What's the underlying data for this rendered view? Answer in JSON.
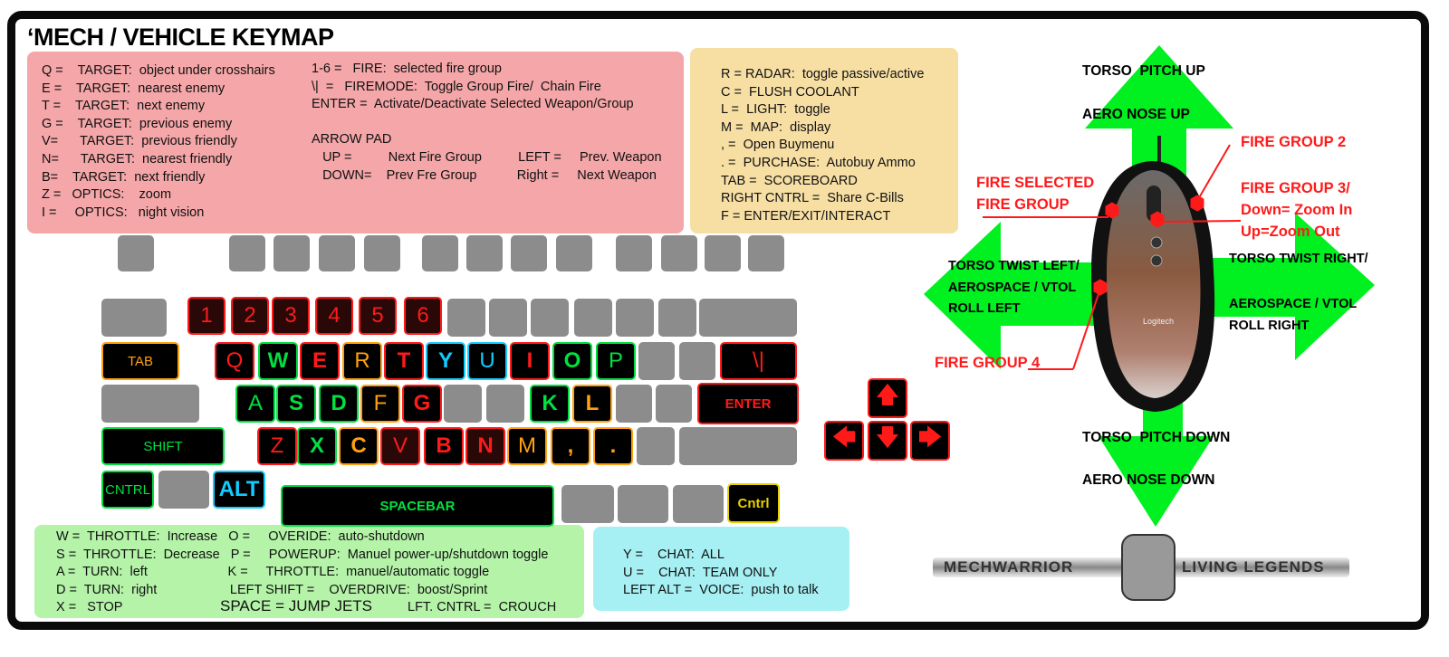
{
  "title": "‘MECH / VEHICLE KEYMAP",
  "colors": {
    "red": "#ff1a1a",
    "green": "#00e040",
    "orange": "#ffa010",
    "cyan": "#11ccff",
    "yellow": "#e6d000",
    "arrow": "#00f020"
  },
  "target_panel": [
    "Q =    TARGET:  object under crosshairs",
    "E =    TARGET:  nearest enemy",
    "T =    TARGET:  next enemy",
    "G =    TARGET:  previous enemy",
    "V=      TARGET:  previous friendly",
    "N=      TARGET:  nearest friendly",
    "B=    TARGET:  next friendly",
    "Z =   OPTICS:    zoom",
    "I =     OPTICS:   night vision"
  ],
  "fire_panel": [
    "1-6 =   FIRE:  selected fire group",
    "\\|  =   FIREMODE:  Toggle Group Fire/  Chain Fire",
    "ENTER =  Activate/Deactivate Selected Weapon/Group",
    "",
    "ARROW PAD",
    "   UP =          Next Fire Group          LEFT =     Prev. Weapon",
    "   DOWN=    Prev Fre Group           Right =     Next Weapon"
  ],
  "misc_panel": [
    "R = RADAR:  toggle passive/active",
    "C =  FLUSH COOLANT",
    "L =  LIGHT:  toggle",
    "M =  MAP:  display",
    ", =  Open Buymenu",
    ". =  PURCHASE:  Autobuy Ammo",
    "TAB =  SCOREBOARD",
    "RIGHT CNTRL =  Share C-Bills",
    "F = ENTER/EXIT/INTERACT"
  ],
  "movement_panel": [
    "W =  THROTTLE:  Increase   O =     OVERIDE:  auto-shutdown",
    "S =  THROTTLE:  Decrease   P =     POWERUP:  Manuel power-up/shutdown toggle",
    "A =  TURN:  left                      K =     THROTTLE:  manuel/automatic toggle",
    "D =  TURN:  right                    LEFT SHIFT =    OVERDRIVE:  boost/Sprint",
    "X =   STOP"
  ],
  "movement_special": {
    "space": "SPACE = JUMP JETS",
    "crouch": "LFT. CNTRL =  CROUCH"
  },
  "chat_panel": [
    "Y =    CHAT:  ALL",
    "U =    CHAT:  TEAM ONLY",
    "LEFT ALT =  VOICE:  push to talk"
  ],
  "keys": [
    {
      "label": "1",
      "color": "red",
      "dark": true
    },
    {
      "label": "2",
      "color": "red",
      "dark": true
    },
    {
      "label": "3",
      "color": "red",
      "dark": true
    },
    {
      "label": "4",
      "color": "red",
      "dark": true
    },
    {
      "label": "5",
      "color": "red",
      "dark": true
    },
    {
      "label": "6",
      "color": "red",
      "dark": true
    },
    {
      "label": "TAB",
      "color": "orange",
      "small": true
    },
    {
      "label": "Q",
      "color": "red"
    },
    {
      "label": "W",
      "color": "green",
      "bold": true
    },
    {
      "label": "E",
      "color": "red",
      "bold": true
    },
    {
      "label": "R",
      "color": "orange"
    },
    {
      "label": "T",
      "color": "red",
      "bold": true
    },
    {
      "label": "Y",
      "color": "cyan",
      "bold": true
    },
    {
      "label": "U",
      "color": "cyan"
    },
    {
      "label": "I",
      "color": "red",
      "bold": true
    },
    {
      "label": "O",
      "color": "green",
      "bold": true
    },
    {
      "label": "P",
      "color": "green"
    },
    {
      "label": "\\|",
      "color": "red"
    },
    {
      "label": "A",
      "color": "green"
    },
    {
      "label": "S",
      "color": "green",
      "bold": true
    },
    {
      "label": "D",
      "color": "green",
      "bold": true
    },
    {
      "label": "F",
      "color": "orange"
    },
    {
      "label": "G",
      "color": "red",
      "bold": true
    },
    {
      "label": "K",
      "color": "green",
      "bold": true
    },
    {
      "label": "L",
      "color": "orange",
      "bold": true
    },
    {
      "label": "ENTER",
      "color": "red",
      "small": true,
      "bold": true
    },
    {
      "label": "SHIFT",
      "color": "green",
      "small": true
    },
    {
      "label": "Z",
      "color": "red"
    },
    {
      "label": "X",
      "color": "green",
      "bold": true
    },
    {
      "label": "C",
      "color": "orange",
      "bold": true
    },
    {
      "label": "V",
      "color": "red",
      "dark": true
    },
    {
      "label": "B",
      "color": "red",
      "bold": true
    },
    {
      "label": "N",
      "color": "red",
      "bold": true,
      "dark": true
    },
    {
      "label": "M",
      "color": "orange"
    },
    {
      "label": ",",
      "color": "orange",
      "bold": true
    },
    {
      "label": ".",
      "color": "orange",
      "bold": true
    },
    {
      "label": "CNTRL",
      "color": "green",
      "small": true
    },
    {
      "label": "ALT",
      "color": "cyan",
      "bold": true
    },
    {
      "label": "SPACEBAR",
      "color": "green",
      "small": true,
      "bold": true
    },
    {
      "label": "Cntrl",
      "color": "yellow",
      "small": true,
      "bold": true
    }
  ],
  "arrow_keys": [
    {
      "name": "up",
      "glyph": "🡅"
    },
    {
      "name": "left",
      "glyph": "🡄"
    },
    {
      "name": "down",
      "glyph": "🡇"
    },
    {
      "name": "right",
      "glyph": "🡆"
    }
  ],
  "mouse": {
    "pitch_up": "TORSO  PITCH UP",
    "nose_up": "AERO NOSE UP",
    "pitch_down": "TORSO  PITCH DOWN",
    "nose_down": "AERO NOSE DOWN",
    "twist_left": "TORSO TWIST LEFT/\nAEROSPACE / VTOL\nROLL LEFT",
    "twist_right_1": "TORSO TWIST RIGHT/",
    "twist_right_2": "AEROSPACE / VTOL\nROLL RIGHT",
    "fire_selected": "FIRE SELECTED\nFIRE GROUP",
    "fire_group_2": "FIRE GROUP 2",
    "fire_group_3": "FIRE GROUP 3/\nDown= Zoom In\nUp=Zoom Out",
    "fire_group_4": "FIRE GROUP 4",
    "brand": "Logitech"
  },
  "logo": {
    "left": "MECHWARRIOR",
    "right": "LIVING LEGENDS"
  }
}
